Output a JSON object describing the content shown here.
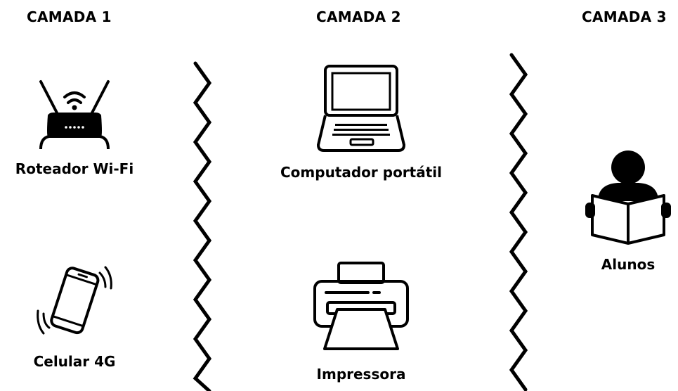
{
  "layers": [
    {
      "title": "CAMADA 1",
      "devices": [
        {
          "label": "Roteador Wi-Fi",
          "icon": "router-icon"
        },
        {
          "label": "Celular 4G",
          "icon": "mobile-phone-icon"
        }
      ]
    },
    {
      "title": "CAMADA 2",
      "devices": [
        {
          "label": "Computador portátil",
          "icon": "laptop-icon"
        },
        {
          "label": "Impressora",
          "icon": "printer-icon"
        }
      ]
    },
    {
      "title": "CAMADA 3",
      "devices": [
        {
          "label": "Alunos",
          "icon": "reader-icon"
        }
      ]
    }
  ],
  "colors": {
    "ink": "#000000",
    "background": "#ffffff"
  }
}
